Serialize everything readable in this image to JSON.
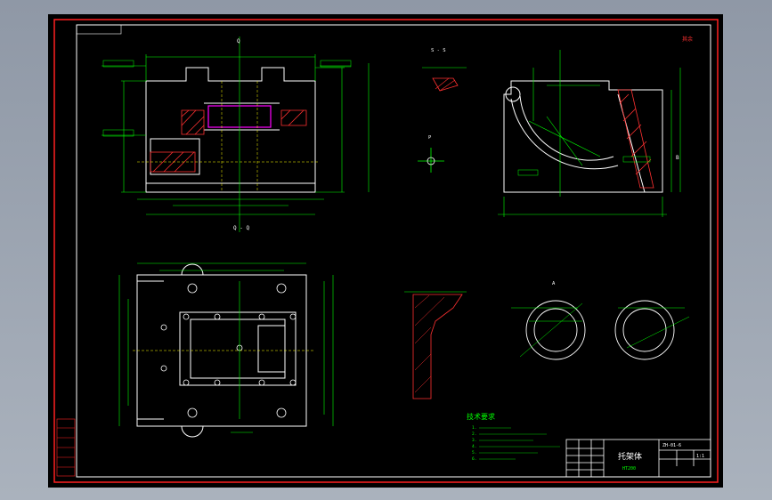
{
  "sheet": {
    "tech_title": "技术要求",
    "tech_notes": [
      "1.",
      "2.",
      "3.",
      "4.",
      "5.",
      "6."
    ],
    "part_name": "托架体",
    "material": "HT200",
    "drawing_no": "ZH-01-6",
    "scale_label": "1:1",
    "roughness_mark": "其余",
    "section_labels": {
      "q_top": "Q",
      "q_bottom": "Q - Q",
      "s_left": "S - S",
      "p": "P",
      "view_a": "A",
      "view_b": "B"
    }
  },
  "colors": {
    "background": "#000000",
    "frame": "#ff2020",
    "outline": "#ffffff",
    "dimension": "#00ff00",
    "hatch": "#ff3030",
    "hidden": "#ffff00",
    "highlight": "#ff00ff",
    "text": "#00ff00"
  }
}
